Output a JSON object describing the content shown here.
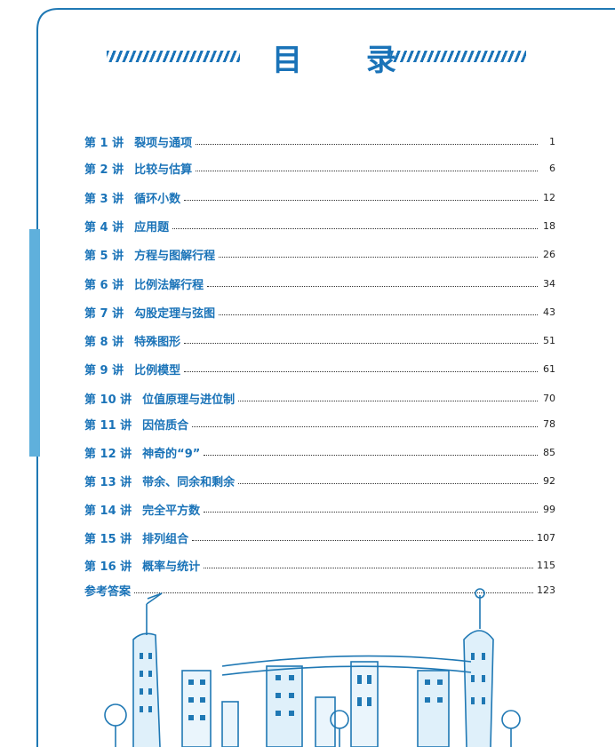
{
  "header": {
    "title": "目 录"
  },
  "toc": [
    {
      "num": "第 1 讲",
      "title": "裂项与通项",
      "page": "1"
    },
    {
      "num": "第 2 讲",
      "title": "比较与估算",
      "page": "6"
    },
    {
      "num": "第 3 讲",
      "title": "循环小数",
      "page": "12"
    },
    {
      "num": "第 4 讲",
      "title": "应用题",
      "page": "18"
    },
    {
      "num": "第 5 讲",
      "title": "方程与图解行程",
      "page": "26"
    },
    {
      "num": "第 6 讲",
      "title": "比例法解行程",
      "page": "34"
    },
    {
      "num": "第 7 讲",
      "title": "勾股定理与弦图",
      "page": "43"
    },
    {
      "num": "第 8 讲",
      "title": "特殊图形",
      "page": "51"
    },
    {
      "num": "第 9 讲",
      "title": "比例模型",
      "page": "61"
    },
    {
      "num": "第 10 讲",
      "title": "位值原理与进位制",
      "page": "70"
    },
    {
      "num": "第 11 讲",
      "title": "因倍质合",
      "page": "78"
    },
    {
      "num": "第 12 讲",
      "title": "神奇的“9”",
      "page": "85"
    },
    {
      "num": "第 13 讲",
      "title": "带余、同余和剩余",
      "page": "92"
    },
    {
      "num": "第 14 讲",
      "title": "完全平方数",
      "page": "99"
    },
    {
      "num": "第 15 讲",
      "title": "排列组合",
      "page": "107"
    },
    {
      "num": "第 16 讲",
      "title": "概率与统计",
      "page": "115"
    },
    {
      "num": "参考答案",
      "title": "",
      "page": "123"
    }
  ],
  "colors": {
    "accent": "#1a73b8",
    "sidebar": "#5fb0dc"
  }
}
